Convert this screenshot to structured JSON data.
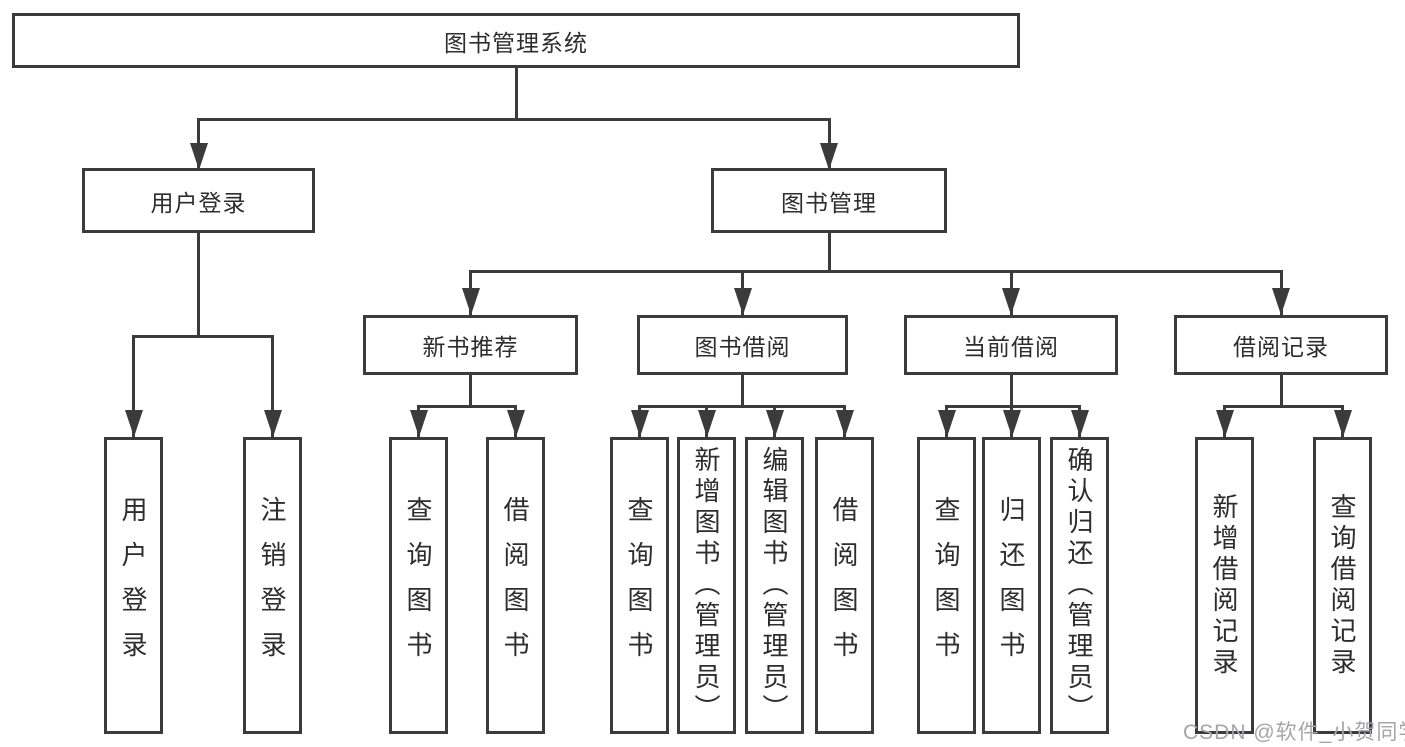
{
  "colors": {
    "line": "#3b3b3b",
    "box_border": "#3b3b3b",
    "text": "#2d2d2d",
    "background": "#ffffff",
    "watermark": "#a5a5ab"
  },
  "watermark": {
    "text": "CSDN @软件_小贺同学"
  },
  "tree": {
    "root": {
      "label": "图书管理系统"
    },
    "level2": [
      {
        "label": "用户登录"
      },
      {
        "label": "图书管理"
      }
    ],
    "level3": [
      {
        "label": "新书推荐"
      },
      {
        "label": "图书借阅"
      },
      {
        "label": "当前借阅"
      },
      {
        "label": "借阅记录"
      }
    ],
    "leaves": {
      "login": [
        "用户登录",
        "注销登录"
      ],
      "recommend": [
        "查询图书",
        "借阅图书"
      ],
      "borrow": [
        "查询图书",
        "新增图书（管理员）",
        "编辑图书（管理员）",
        "借阅图书"
      ],
      "current": [
        "查询图书",
        "归还图书",
        "确认归还（管理员）"
      ],
      "record": [
        "新增借阅记录",
        "查询借阅记录"
      ]
    }
  }
}
